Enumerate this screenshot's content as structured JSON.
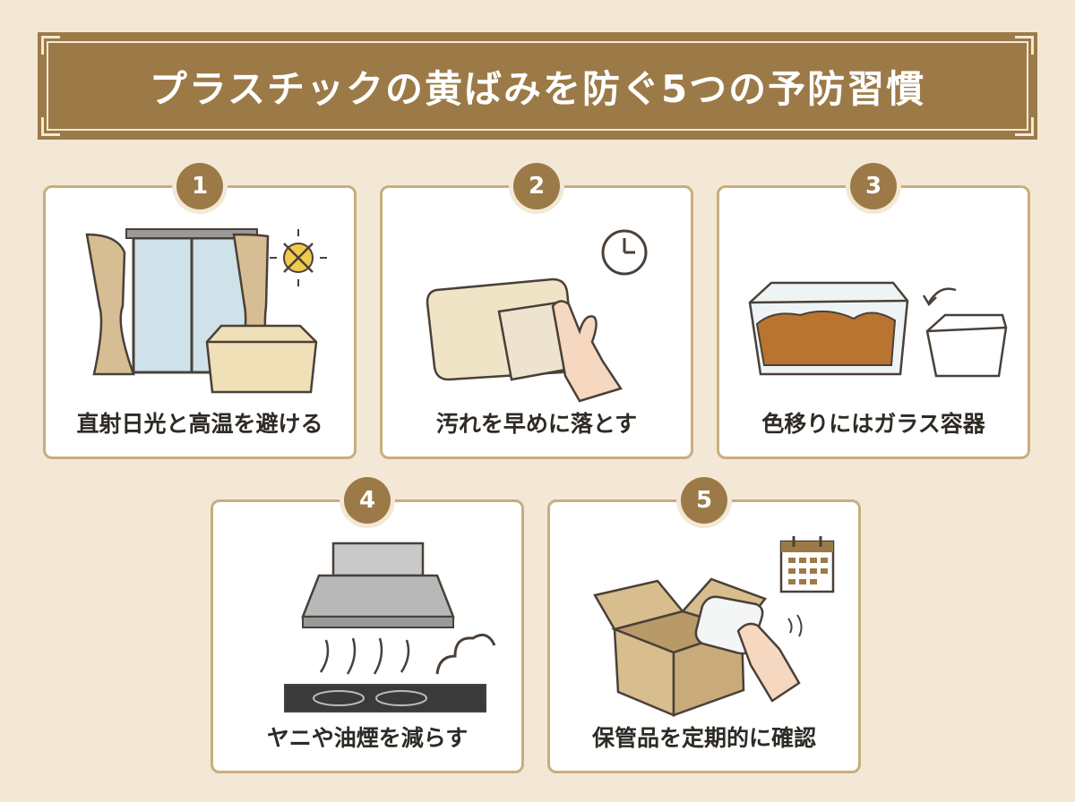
{
  "title": "プラスチックの黄ばみを防ぐ5つの予防習慣",
  "items": [
    {
      "number": "1",
      "caption": "直射日光と高温を避ける",
      "icon": "window-sun-container-icon"
    },
    {
      "number": "2",
      "caption": "汚れを早めに落とす",
      "icon": "wipe-container-clock-icon"
    },
    {
      "number": "3",
      "caption": "色移りにはガラス容器",
      "icon": "glass-container-icon"
    },
    {
      "number": "4",
      "caption": "ヤニや油煙を減らす",
      "icon": "range-hood-icon"
    },
    {
      "number": "5",
      "caption": "保管品を定期的に確認",
      "icon": "box-calendar-icon"
    }
  ],
  "colors": {
    "background": "#f3e8d6",
    "accent": "#9c7a47",
    "border": "#c9ad7c"
  }
}
